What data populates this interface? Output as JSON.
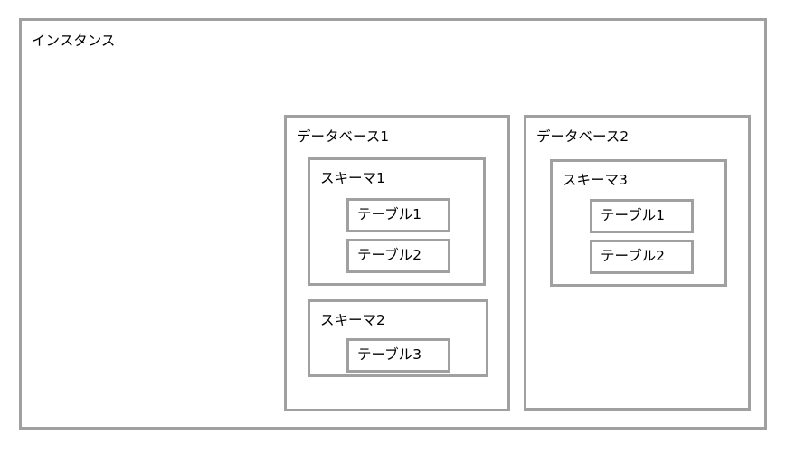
{
  "diagram": {
    "type": "nested-hierarchy",
    "border_color": "#a0a0a0",
    "background_color": "#ffffff",
    "text_color": "#000000",
    "instance": {
      "label": "インスタンス",
      "databases": [
        {
          "label": "データベース1",
          "schemas": [
            {
              "label": "スキーマ1",
              "tables": [
                {
                  "label": "テーブル1"
                },
                {
                  "label": "テーブル2"
                }
              ]
            },
            {
              "label": "スキーマ2",
              "tables": [
                {
                  "label": "テーブル3"
                }
              ]
            }
          ]
        },
        {
          "label": "データベース2",
          "schemas": [
            {
              "label": "スキーマ3",
              "tables": [
                {
                  "label": "テーブル1"
                },
                {
                  "label": "テーブル2"
                }
              ]
            }
          ]
        }
      ]
    }
  }
}
